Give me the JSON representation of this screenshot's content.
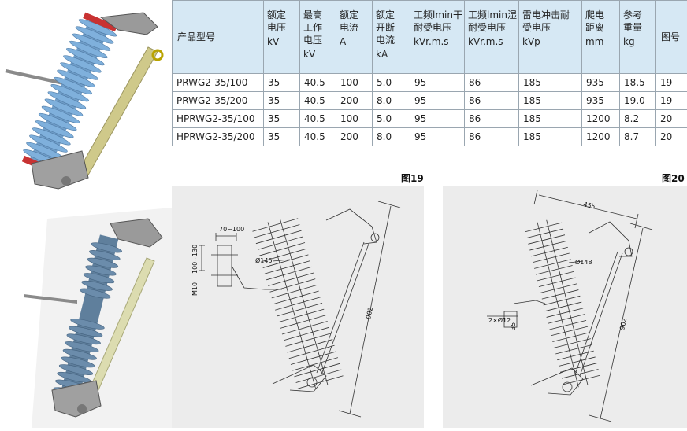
{
  "table": {
    "headers": [
      {
        "name": "产品型号",
        "unit": ""
      },
      {
        "name": "额定电压",
        "unit": "kV"
      },
      {
        "name": "最高工作电压",
        "unit": "kV"
      },
      {
        "name": "额定电流",
        "unit": "A"
      },
      {
        "name": "额定开断电流",
        "unit": "kA"
      },
      {
        "name": "工频lmin干耐受电压",
        "unit": "kVr.m.s"
      },
      {
        "name": "工频lmin湿 耐受电压",
        "unit": "kVr.m.s"
      },
      {
        "name": "雷电冲击耐受电压",
        "unit": "kVp"
      },
      {
        "name": "爬电距离",
        "unit": "mm"
      },
      {
        "name": "参考重量",
        "unit": "kg"
      },
      {
        "name": "图号",
        "unit": ""
      }
    ],
    "rows": [
      [
        "PRWG2-35/100",
        "35",
        "40.5",
        "100",
        "5.0",
        "95",
        "86",
        "185",
        "935",
        "18.5",
        "19"
      ],
      [
        "PRWG2-35/200",
        "35",
        "40.5",
        "200",
        "8.0",
        "95",
        "86",
        "185",
        "935",
        "19.0",
        "19"
      ],
      [
        "HPRWG2-35/100",
        "35",
        "40.5",
        "100",
        "5.0",
        "95",
        "86",
        "185",
        "1200",
        "8.2",
        "20"
      ],
      [
        "HPRWG2-35/200",
        "35",
        "40.5",
        "200",
        "8.0",
        "95",
        "86",
        "185",
        "1200",
        "8.7",
        "20"
      ]
    ]
  },
  "figures": {
    "fig19": {
      "label": "图19",
      "dims": {
        "bracket_width": "70~100",
        "bracket_height": "100~130",
        "bolt": "M10",
        "diameter": "Ø145",
        "length": "902"
      }
    },
    "fig20": {
      "label": "图20",
      "dims": {
        "top": "455",
        "diameter": "Ø148",
        "bolt": "2×Ø12",
        "bolt_height": "35",
        "length": "902"
      }
    }
  },
  "colors": {
    "header_bg": "#d6e8f4",
    "grid": "#9aa6b0",
    "drawing_bg": "#ececec",
    "insulator_blue": "#6f9dc8",
    "insulator_gray": "#5f7f9c",
    "tube_yellow": "#cfc98a"
  }
}
